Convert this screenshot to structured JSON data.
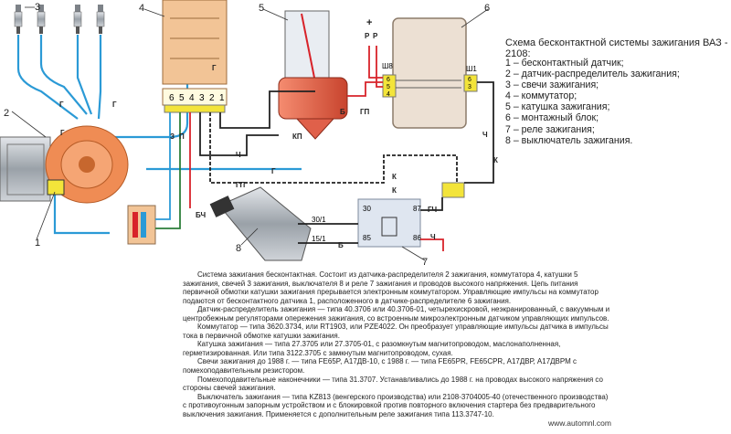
{
  "title": "Схема бесконтактной системы зажигания ВАЗ - 2108:",
  "legend": [
    "1 – бесконтактный датчик;",
    "2 – датчик-распределитель зажигания;",
    "3 – свечи зажигания;",
    "4 – коммутатор;",
    "5 – катушка зажигания;",
    "6 – монтажный блок;",
    "7 – реле зажигания;",
    "8 – выключатель зажигания."
  ],
  "callouts": [
    "1",
    "2",
    "3",
    "4",
    "5",
    "6",
    "7",
    "8"
  ],
  "connectors": {
    "block4_pins": [
      "6",
      "5",
      "4",
      "3",
      "2",
      "1"
    ],
    "sh8_label": "Ш8",
    "sh8_pins": [
      "6",
      "5",
      "4"
    ],
    "sh1_label": "Ш1",
    "sh1_pins": [
      "6",
      "3"
    ],
    "relay_pins": [
      "30",
      "87",
      "85",
      "86"
    ],
    "switch_pins": [
      "30/1",
      "15/1"
    ]
  },
  "wire_labels": {
    "g": "Г",
    "z": "З",
    "p": "П",
    "ch": "Ч",
    "kp": "КП",
    "gp": "ГП",
    "k": "К",
    "b": "Б",
    "bch": "БЧ",
    "gch": "ГЧ",
    "r": "Р",
    "plus": "+"
  },
  "description": [
    "Система зажигания бесконтактная. Состоит из датчика-распределителя 2 зажигания, коммутатора 4, катушки 5 зажигания, свечей 3 зажигания, выключателя 8 и реле 7 зажигания и проводов высокого напряжения. Цепь питания первичной обмотки катушки зажигания прерывается электронным коммутатором. Управляющие импульсы на коммутатор подаются от бесконтактного датчика 1, расположенного в датчике-распределителе 6 зажигания.",
    "Датчик-распределитель зажигания — типа 40.3706 или 40.3706-01, четырехискровой, неэкранированный, с вакуумным и центробежным регуляторами опережения зажигания, со встроенным микроэлектронным датчиком управляющих импульсов.",
    "Коммутатор — типа 3620.3734, или RT1903, или PZE4022. Он преобразует управляющие импульсы датчика в импульсы тока в первичной обмотке катушки зажигания.",
    "Катушка зажигания — типа 27.3705 или 27.3705-01, с разомкнутым магнитопроводом, маслонаполненная, герметизированная. Или типа 3122.3705 с замкнутым магнитопроводом, сухая.",
    "Свечи зажигания до 1988 г. — типа FE65P, А17ДВ-10, с 1988 г. — типа FE65PR, FE65CPR, А17ДВР, А17ДВРМ с помехоподавительным резистором.",
    "Помехоподавительные наконечники — типа 31.3707. Устанавливались до 1988 г. на проводах высокого напряжения со стороны свечей зажигания.",
    "Выключатель зажигания — типа KZ813 (венгерского производства) или 2108-3704005-40 (отечественного производства) с противоугонным запорным устройством и с блокировкой против повторного включения стартера без предварительного выключения зажигания. Применяется с дополнительным реле зажигания типа 113.3747-10."
  ],
  "website": "www.automnl.com",
  "colors": {
    "wire_blue": "#2b9ad6",
    "wire_red": "#d8232a",
    "wire_black": "#222222",
    "block_orange": "#f2c496",
    "pin_yellow": "#f3e43a",
    "coil_red": "#e0604a",
    "box_beige": "#ece0d3",
    "relay_blue": "#dfe6f0"
  }
}
